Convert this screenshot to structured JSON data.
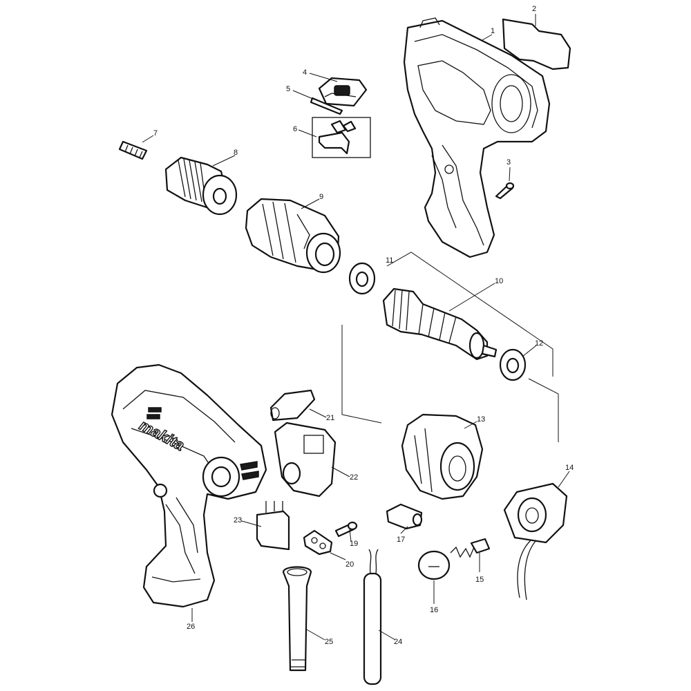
{
  "diagram": {
    "brand_mark": "makita",
    "callouts": [
      "1",
      "2",
      "3",
      "4",
      "5",
      "6",
      "7",
      "8",
      "9",
      "10",
      "11",
      "12",
      "13",
      "14",
      "15",
      "16",
      "17",
      "19",
      "20",
      "21",
      "22",
      "23",
      "24",
      "25",
      "26"
    ]
  },
  "colors": {
    "line": "#111111",
    "background": "#ffffff"
  }
}
